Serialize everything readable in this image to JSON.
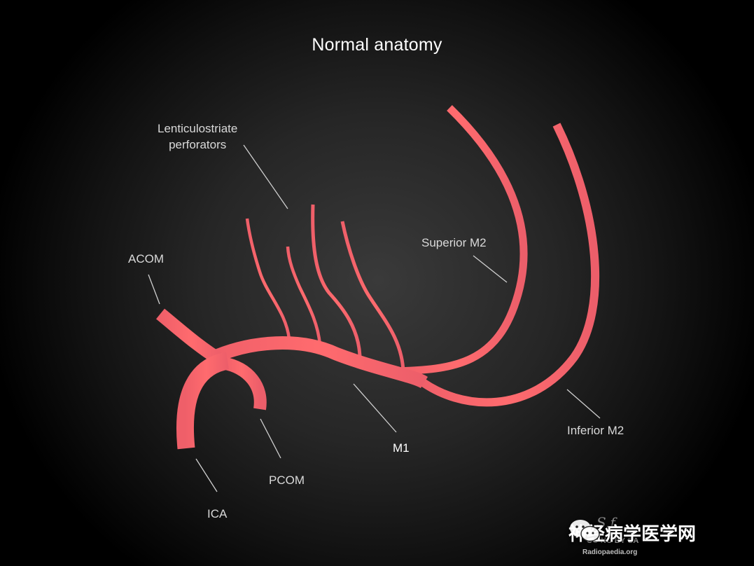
{
  "title": "Normal anatomy",
  "labels": {
    "lenticulostriate": [
      "Lenticulostriate",
      "perforators"
    ],
    "acom": "ACOM",
    "superior_m2": "Superior M2",
    "inferior_m2": "Inferior M2",
    "m1": "M1",
    "pcom": "PCOM",
    "ica": "ICA"
  },
  "watermark": {
    "signature": "S.f.",
    "license": "CC NC BY SA",
    "site": "Radiopaedia.org",
    "brand": "神经病学医学网"
  },
  "colors": {
    "vessel": "#f2636b",
    "vessel_light": "#ff6f70",
    "leader": "#cfcfcf"
  }
}
